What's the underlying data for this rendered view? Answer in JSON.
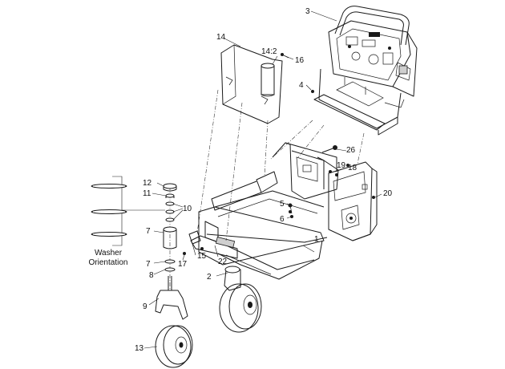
{
  "diagram": {
    "callouts": [
      {
        "id": "c1",
        "text": "1"
      },
      {
        "id": "c2",
        "text": "2"
      },
      {
        "id": "c3",
        "text": "3"
      },
      {
        "id": "c4",
        "text": "4"
      },
      {
        "id": "c5",
        "text": "5"
      },
      {
        "id": "c6",
        "text": "6"
      },
      {
        "id": "c7a",
        "text": "7"
      },
      {
        "id": "c7b",
        "text": "7"
      },
      {
        "id": "c8",
        "text": "8"
      },
      {
        "id": "c9",
        "text": "9"
      },
      {
        "id": "c10",
        "text": "10"
      },
      {
        "id": "c11",
        "text": "11"
      },
      {
        "id": "c12",
        "text": "12"
      },
      {
        "id": "c13",
        "text": "13"
      },
      {
        "id": "c14",
        "text": "14"
      },
      {
        "id": "c14_2",
        "text": "14:2"
      },
      {
        "id": "c15",
        "text": "15"
      },
      {
        "id": "c16",
        "text": "16"
      },
      {
        "id": "c17",
        "text": "17"
      },
      {
        "id": "c18",
        "text": "18"
      },
      {
        "id": "c19",
        "text": "19"
      },
      {
        "id": "c20",
        "text": "20"
      },
      {
        "id": "c22",
        "text": "22"
      },
      {
        "id": "c26",
        "text": "26"
      }
    ],
    "washer_note": {
      "line1": "Washer",
      "line2": "Orientation"
    }
  }
}
